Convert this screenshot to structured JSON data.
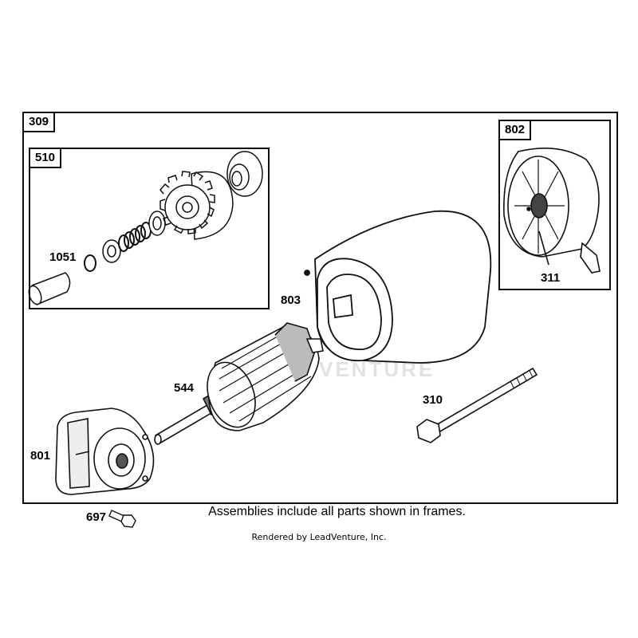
{
  "frames": {
    "main": "309",
    "drive": "510",
    "end_cap": "802"
  },
  "callouts": {
    "p1051": "1051",
    "p803": "803",
    "p311": "311",
    "p544": "544",
    "p310": "310",
    "p801": "801",
    "p697": "697"
  },
  "caption": "Assemblies include all parts shown in frames.",
  "credit": "Rendered by LeadVenture, Inc.",
  "watermark": "VENTURE"
}
